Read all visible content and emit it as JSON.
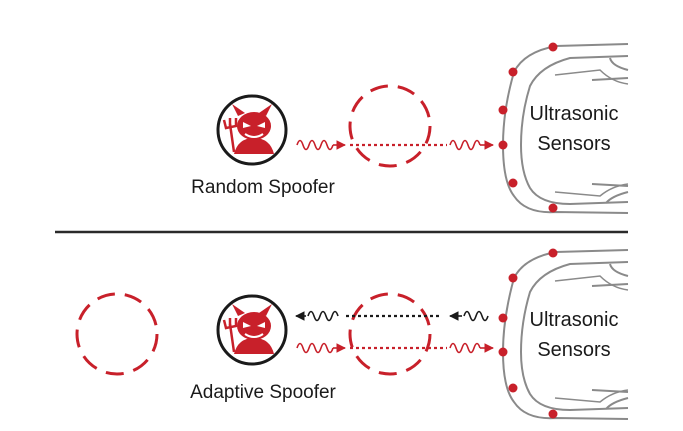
{
  "top_panel": {
    "spoofer_label": "Random Spoofer",
    "sensor_label_line1": "Ultrasonic",
    "sensor_label_line2": "Sensors",
    "spoofer_icon": "devil-icon"
  },
  "bottom_panel": {
    "spoofer_label": "Adaptive Spoofer",
    "sensor_label_line1": "Ultrasonic",
    "sensor_label_line2": "Sensors",
    "spoofer_icon": "devil-icon"
  },
  "colors": {
    "accent_red": "#c8202a",
    "ink": "#1a1a1a",
    "car_outline": "#8a8a8a"
  }
}
